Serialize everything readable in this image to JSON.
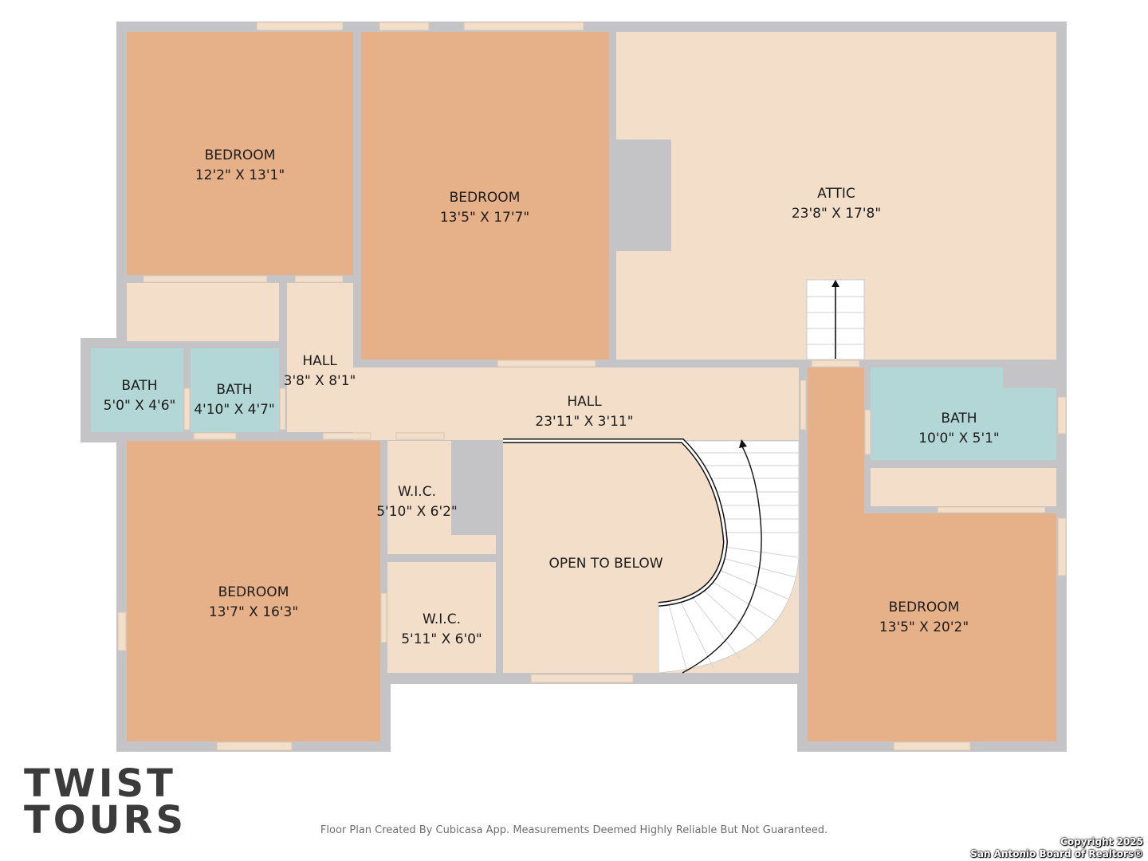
{
  "colors": {
    "wall": "#c4c4c6",
    "bedroom": "#e6b088",
    "common": "#f3dfc9",
    "bath": "#b3d6d6",
    "stairs": "#ffffff",
    "logo": "#3b3b3b"
  },
  "rooms": [
    {
      "id": "bedroom-nw",
      "name": "BEDROOM",
      "dims": "12'2\" X 13'1\""
    },
    {
      "id": "bedroom-nc",
      "name": "BEDROOM",
      "dims": "13'5\" X 17'7\""
    },
    {
      "id": "attic",
      "name": "ATTIC",
      "dims": "23'8\" X 17'8\""
    },
    {
      "id": "hall-small",
      "name": "HALL",
      "dims": "3'8\" X 8'1\""
    },
    {
      "id": "bath-1",
      "name": "BATH",
      "dims": "5'0\" X 4'6\""
    },
    {
      "id": "bath-2",
      "name": "BATH",
      "dims": "4'10\" X 4'7\""
    },
    {
      "id": "hall-long",
      "name": "HALL",
      "dims": "23'11\" X 3'11\""
    },
    {
      "id": "bath-3",
      "name": "BATH",
      "dims": "10'0\" X 5'1\""
    },
    {
      "id": "wic-1",
      "name": "W.I.C.",
      "dims": "5'10\" X 6'2\""
    },
    {
      "id": "wic-2",
      "name": "W.I.C.",
      "dims": "5'11\" X 6'0\""
    },
    {
      "id": "open-below",
      "name": "OPEN TO BELOW",
      "dims": ""
    },
    {
      "id": "bedroom-sw",
      "name": "BEDROOM",
      "dims": "13'7\" X 16'3\""
    },
    {
      "id": "bedroom-se",
      "name": "BEDROOM",
      "dims": "13'5\" X 20'2\""
    }
  ],
  "logo": {
    "line1": "TWIST",
    "line2": "TOURS"
  },
  "footer": {
    "disclaimer": "Floor Plan Created By Cubicasa App. Measurements Deemed Highly Reliable But Not Guaranteed.",
    "copyright_line1": "Copyright 2025",
    "copyright_line2": "San Antonio Board of Realtors®"
  }
}
